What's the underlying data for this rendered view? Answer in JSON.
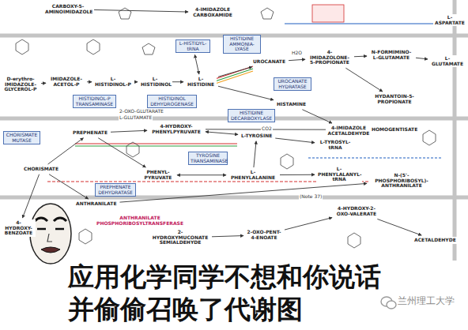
{
  "diagram": {
    "caption": "应用化学同学不想和你说话 并偷偷召唤了代谢图",
    "nodes": [
      {
        "text": [
          "CARBOXY-5-AMINOIMIDAZOLE"
        ]
      },
      {
        "text": [
          "4-IMIDAZOLE CARBOXAMIDE"
        ]
      },
      {
        "text": [
          "L-ASPARTATE"
        ]
      },
      {
        "text": [
          "D-erythro-IMIDAZOLE-GLYCEROL-P"
        ]
      },
      {
        "text": [
          "IMIDAZOLE-ACETOL-P"
        ]
      },
      {
        "text": [
          "L-HISTIDINOL-P"
        ]
      },
      {
        "text": [
          "L-HISTIDINOL"
        ]
      },
      {
        "text": [
          "L-HISTIDINE"
        ]
      },
      {
        "text": [
          "UROCANATE"
        ]
      },
      {
        "text": [
          "4-IMIDAZOLONE-5-PROPIONATE"
        ]
      },
      {
        "text": [
          "N-FORMIMINO-L-GLUTAMATE"
        ]
      },
      {
        "text": [
          "L-GLUTAMATE"
        ]
      },
      {
        "text": [
          "HISTAMINE"
        ]
      },
      {
        "text": [
          "HYDANTOIN-5-PROPIONATE"
        ]
      },
      {
        "text": [
          "4-IMIDAZOLE ACETALDEHYDE"
        ]
      },
      {
        "text": [
          "PREPHENATE"
        ]
      },
      {
        "text": [
          "4-HYDROXY-PHENYLPYRUVATE"
        ]
      },
      {
        "text": [
          "L-TYROSINE"
        ]
      },
      {
        "text": [
          "HOMOGENTISATE"
        ]
      },
      {
        "text": [
          "CHORISMATE"
        ]
      },
      {
        "text": [
          "PHENYL-PYRUVATE"
        ]
      },
      {
        "text": [
          "L-PHENYLALANINE"
        ]
      },
      {
        "text": [
          "ANTHRANILATE"
        ]
      },
      {
        "text": [
          "4-HYDROXY-BENZOATE"
        ]
      },
      {
        "text": [
          "2-HYDROXYMUCONATE SEMIALDEHYDE"
        ]
      },
      {
        "text": [
          "2-OXO-PENT-4-ENOATE"
        ]
      },
      {
        "text": [
          "4-HYDROXY-2-OXO-VALERATE"
        ]
      },
      {
        "text": [
          "ACETALDEHYDE"
        ]
      },
      {
        "text": [
          "N-(5'-PHOSPHORIBOSYL)-ANTHRANILATE"
        ]
      },
      {
        "text": [
          "L-TYROSYL-tRNA"
        ]
      },
      {
        "text": [
          "L-PHENYLALANYL-tRNA"
        ]
      },
      {
        "text": [
          "HISTIDINOL-P TRANSAMINASE"
        ]
      },
      {
        "text": [
          "HISTIDINOL DEHYDROGENASE"
        ]
      },
      {
        "text": [
          "HISTIDINE AMMONIA-LYASE"
        ]
      },
      {
        "text": [
          "UROCANATE HYDRATASE"
        ]
      },
      {
        "text": [
          "TYROSINE TRANSAMINASE"
        ]
      },
      {
        "text": [
          "PREPHENATE DEHYDRATASE"
        ]
      },
      {
        "text": [
          "CHORISMATE MUTASE"
        ]
      },
      {
        "text": [
          "HISTIDINE DECARBOXYLASE"
        ]
      },
      {
        "text": [
          "ANTHRANILATE PHOSPHORIBOSYLTRANSFERASE"
        ]
      },
      {
        "text": [
          "L-HISTIDYL-tRNA"
        ]
      }
    ],
    "edges": [
      {
        "from": 0,
        "to": 1,
        "arrow": "to"
      },
      {
        "from": 3,
        "to": 4,
        "arrow": "to"
      },
      {
        "from": 4,
        "to": 5,
        "arrow": "to"
      },
      {
        "from": 5,
        "to": 6,
        "arrow": "to"
      },
      {
        "from": 6,
        "to": 7,
        "arrow": "to"
      },
      {
        "from": 7,
        "to": 8,
        "arrow": "to"
      },
      {
        "from": 8,
        "to": 9,
        "arrow": "to"
      },
      {
        "from": 9,
        "to": 10,
        "arrow": "to"
      },
      {
        "from": 10,
        "to": 11,
        "arrow": "to"
      },
      {
        "from": 7,
        "to": 12,
        "arrow": "to"
      },
      {
        "from": 12,
        "to": 14,
        "arrow": "to"
      },
      {
        "from": 9,
        "to": 13,
        "arrow": "to"
      },
      {
        "from": 7,
        "to": 40,
        "arrow": "both"
      },
      {
        "from": 19,
        "to": 15,
        "arrow": "to"
      },
      {
        "from": 15,
        "to": 16,
        "arrow": "to"
      },
      {
        "from": 16,
        "to": 17,
        "arrow": "both"
      },
      {
        "from": 15,
        "to": 20,
        "arrow": "to"
      },
      {
        "from": 20,
        "to": 21,
        "arrow": "both"
      },
      {
        "from": 21,
        "to": 17,
        "arrow": "to"
      },
      {
        "from": 16,
        "to": 18,
        "arrow": "to"
      },
      {
        "from": 17,
        "to": 29,
        "arrow": "to"
      },
      {
        "from": 21,
        "to": 30,
        "arrow": "to"
      },
      {
        "from": 19,
        "to": 22,
        "arrow": "to"
      },
      {
        "from": 22,
        "to": 28,
        "arrow": "to"
      },
      {
        "from": 19,
        "to": 23,
        "arrow": "to"
      },
      {
        "from": 24,
        "to": 25,
        "arrow": "to"
      },
      {
        "from": 25,
        "to": 26,
        "arrow": "to"
      },
      {
        "from": 26,
        "to": 27,
        "arrow": "to"
      }
    ],
    "labels": [
      "2-OXO-GLUTARATE",
      "L-GLUTAMATE",
      "(Note 37)",
      "H2O",
      "CO2",
      "兰州理工大学"
    ]
  }
}
